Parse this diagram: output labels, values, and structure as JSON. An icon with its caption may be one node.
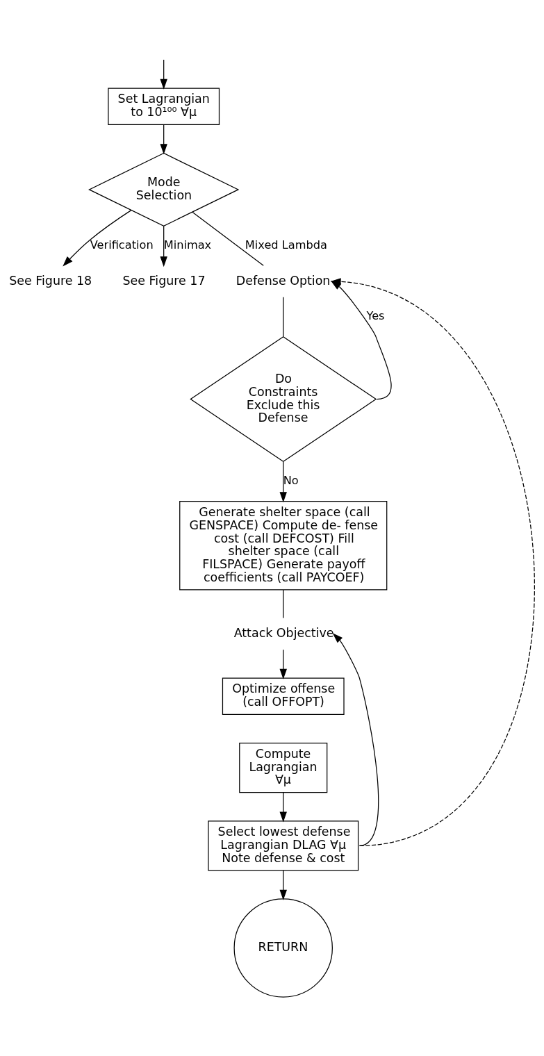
{
  "diagram": {
    "nodes": [
      {
        "text": [
          "Set Lagrangian to 10¹⁰⁰ ∀μ"
        ]
      },
      {
        "text": [
          "Mode Selection"
        ]
      },
      {
        "text": [
          "See Figure 18"
        ]
      },
      {
        "text": [
          "See Figure 17"
        ]
      },
      {
        "text": [
          "Defense Option"
        ]
      },
      {
        "text": [
          "Do Constraints Exclude this Defense"
        ]
      },
      {
        "text": [
          "Generate shelter space (call GENSPACE) Compute de- fense cost (call DEFCOST) Fill shelter space (call FILSPACE) Generate payoff coefficients (call PAYCOEF)"
        ]
      },
      {
        "text": [
          "Attack Objective"
        ]
      },
      {
        "text": [
          "Optimize offense (call OFFOPT)"
        ]
      },
      {
        "text": [
          "Compute Lagrangian ∀μ"
        ]
      },
      {
        "text": [
          "Select lowest defense Lagrangian DLAG ∀μ Note defense & cost"
        ]
      },
      {
        "text": [
          "RETURN"
        ]
      }
    ],
    "edges": [
      {
        "from": null,
        "to": 0,
        "arrow": "to"
      },
      {
        "from": 0,
        "to": 1,
        "arrow": "to"
      },
      {
        "from": 1,
        "to": 2,
        "arrow": "to",
        "label": "Verification"
      },
      {
        "from": 1,
        "to": 3,
        "arrow": "to",
        "label": "Minimax"
      },
      {
        "from": 1,
        "to": 4,
        "arrow": "none",
        "label": "Mixed Lambda"
      },
      {
        "from": 4,
        "to": 5,
        "arrow": "none"
      },
      {
        "from": 5,
        "to": 4,
        "arrow": "to",
        "label": "Yes"
      },
      {
        "from": 5,
        "to": 6,
        "arrow": "to",
        "label": "No"
      },
      {
        "from": 6,
        "to": 7,
        "arrow": "none"
      },
      {
        "from": 7,
        "to": 8,
        "arrow": "to"
      },
      {
        "from": 9,
        "to": 10,
        "arrow": "to"
      },
      {
        "from": 10,
        "to": 7,
        "arrow": "to"
      },
      {
        "from": 10,
        "to": 4,
        "arrow": "to",
        "style": "dashed"
      },
      {
        "from": 10,
        "to": 11,
        "arrow": "to"
      }
    ]
  }
}
